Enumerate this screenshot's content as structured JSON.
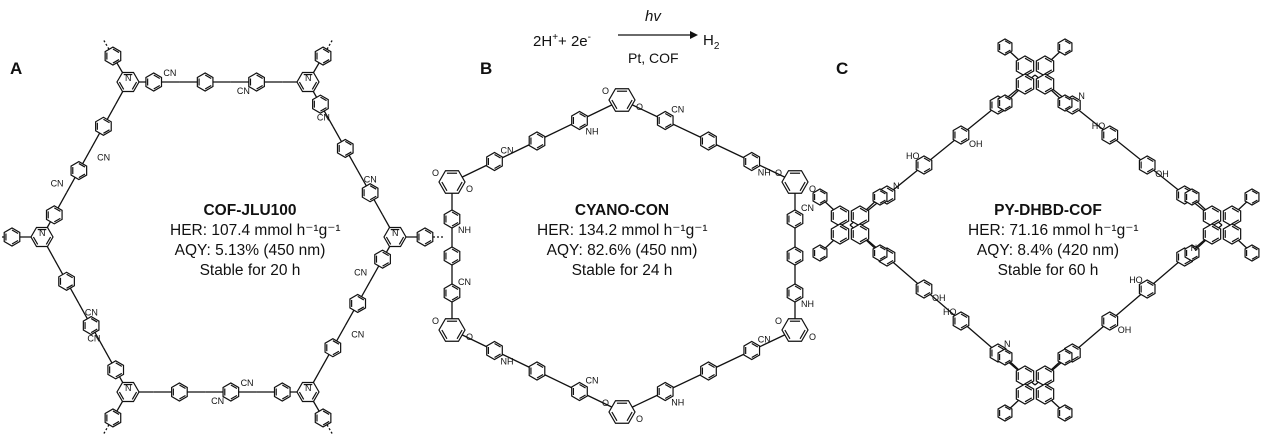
{
  "reaction": {
    "reactants": "2H",
    "reactants_sup": "+",
    "plus": "+ 2e",
    "electron_sup": "-",
    "condition_top": "hv",
    "condition_bottom": "Pt, COF",
    "product": "H",
    "product_sub": "2"
  },
  "panels": [
    {
      "letter": "A",
      "name": "COF-JLU100",
      "her": "HER: 107.4 mmol h⁻¹g⁻¹",
      "aqy": "AQY: 5.13% (450 nm)",
      "stability": "Stable for 20 h"
    },
    {
      "letter": "B",
      "name": "CYANO-CON",
      "her": "HER: 134.2 mmol h⁻¹g⁻¹",
      "aqy": "AQY: 82.6% (450 nm)",
      "stability": "Stable for 24 h"
    },
    {
      "letter": "C",
      "name": "PY-DHBD-COF",
      "her": "HER: 71.16 mmol h⁻¹g⁻¹",
      "aqy": "AQY: 8.4% (420 nm)",
      "stability": "Stable for 60 h"
    }
  ],
  "labels": {
    "cn": "CN",
    "nh": "NH",
    "ho": "HO",
    "oh": "OH",
    "o": "O",
    "n": "N",
    "h": "H"
  },
  "colors": {
    "ink": "#111111",
    "background": "#ffffff"
  }
}
